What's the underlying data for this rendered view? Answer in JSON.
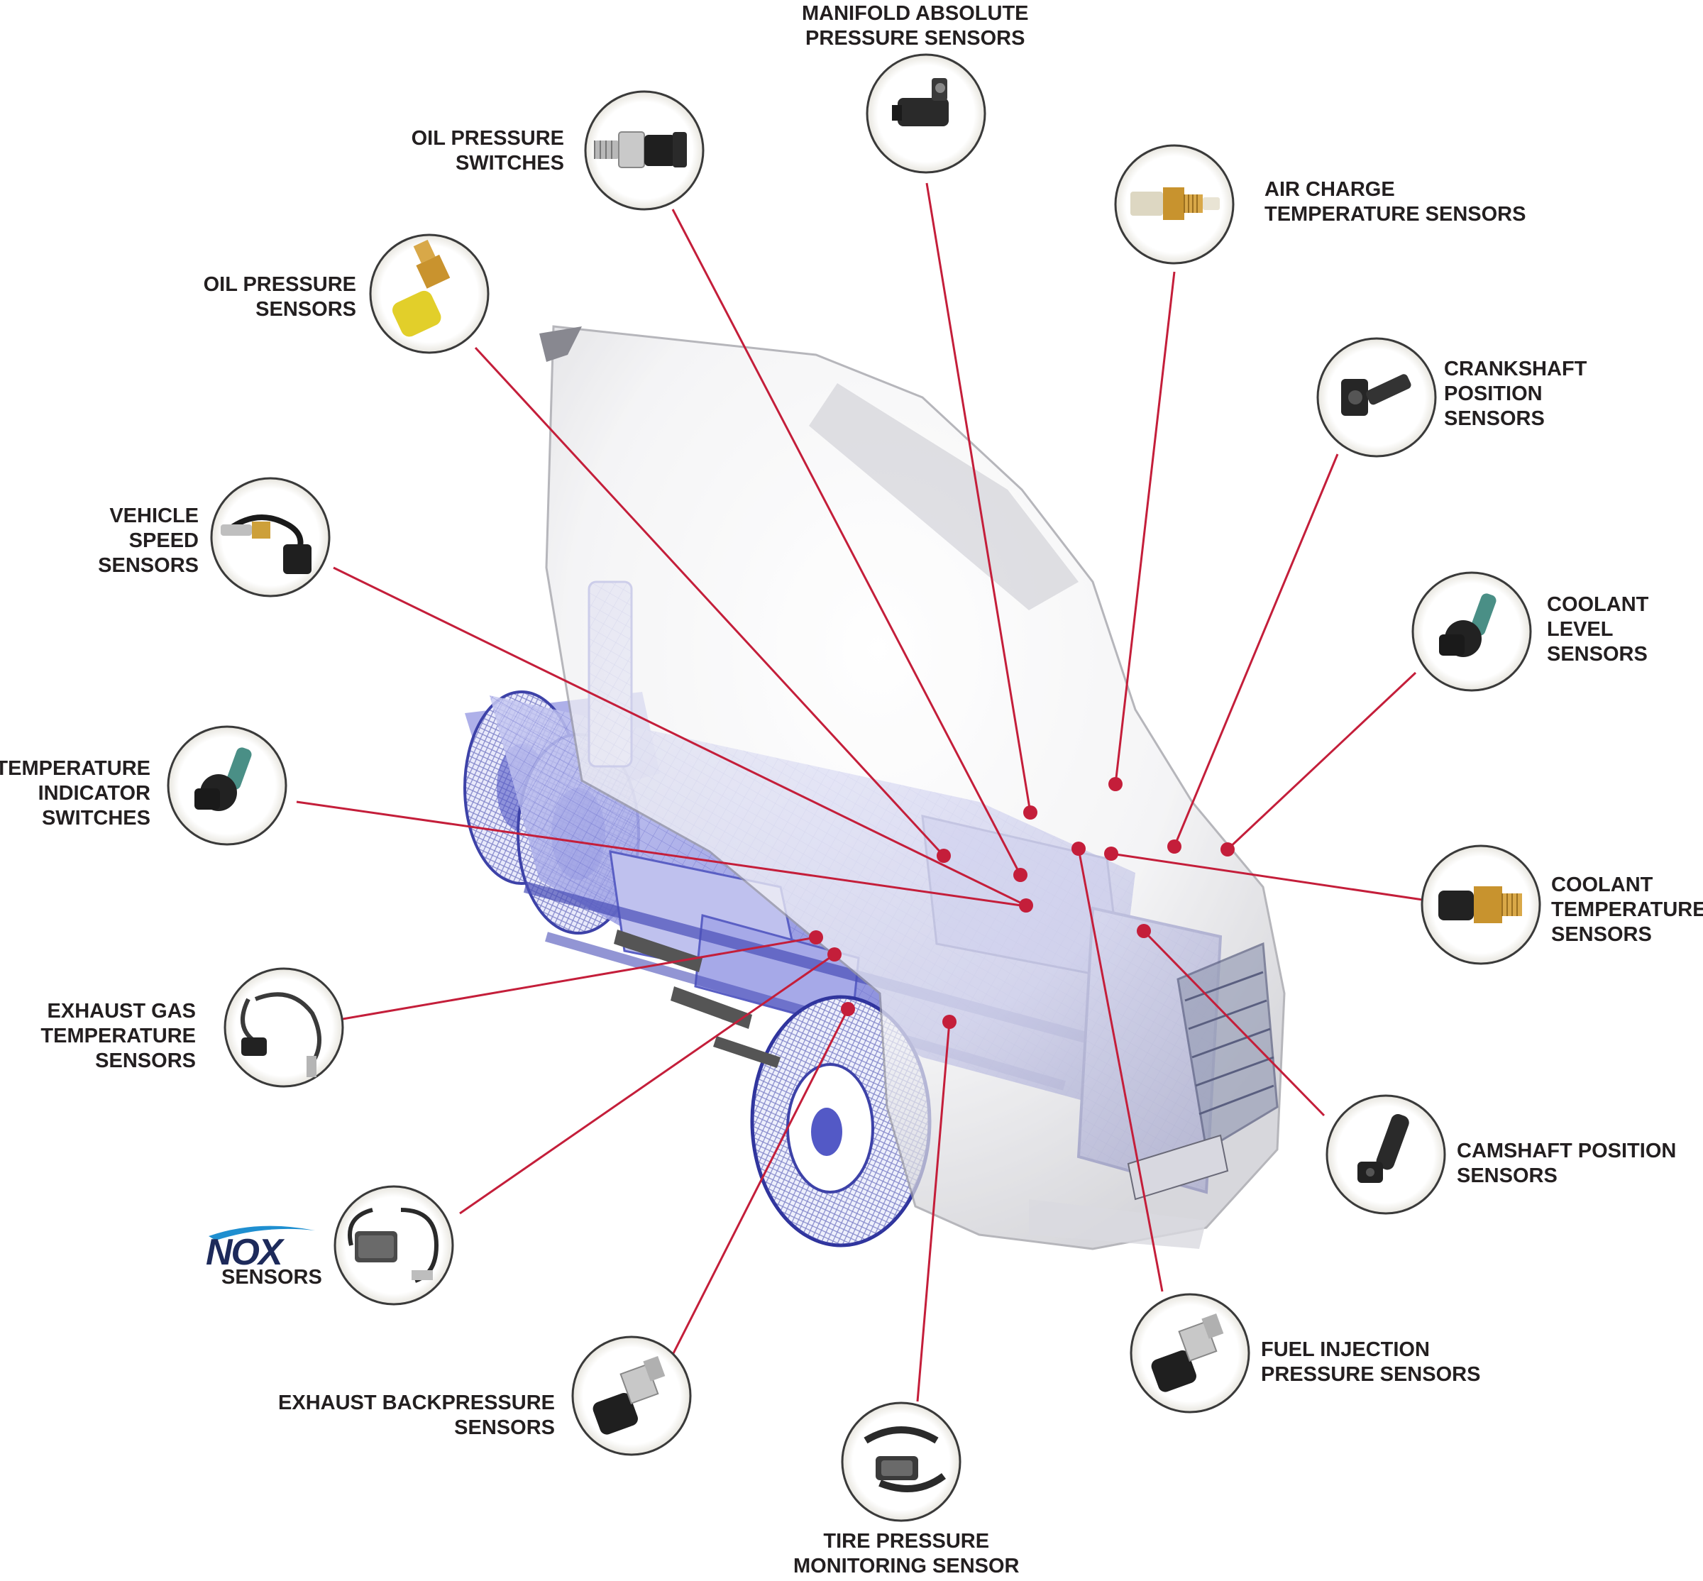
{
  "diagram": {
    "accent_color": "#c41e3a",
    "truck_tint": "#7b7fd6",
    "nox_logo_text": "NOX"
  },
  "labels": {
    "map_sensor": [
      "MANIFOLD ABSOLUTE",
      "PRESSURE SENSORS"
    ],
    "oil_pressure_switches": [
      "OIL PRESSURE",
      "SWITCHES"
    ],
    "air_charge_temp": [
      "AIR CHARGE",
      "TEMPERATURE SENSORS"
    ],
    "oil_pressure_sensors": [
      "OIL PRESSURE",
      "SENSORS"
    ],
    "crankshaft_position": [
      "CRANKSHAFT",
      "POSITION",
      "SENSORS"
    ],
    "vehicle_speed": [
      "VEHICLE",
      "SPEED",
      "SENSORS"
    ],
    "coolant_level": [
      "COOLANT",
      "LEVEL",
      "SENSORS"
    ],
    "temperature_indicator": [
      "TEMPERATURE",
      "INDICATOR",
      "SWITCHES"
    ],
    "coolant_temperature": [
      "COOLANT",
      "TEMPERATURE",
      "SENSORS"
    ],
    "exhaust_gas_temp": [
      "EXHAUST GAS",
      "TEMPERATURE",
      "SENSORS"
    ],
    "camshaft_position": [
      "CAMSHAFT POSITION",
      "SENSORS"
    ],
    "nox": [
      "SENSORS"
    ],
    "fuel_injection": [
      "FUEL INJECTION",
      "PRESSURE SENSORS"
    ],
    "exhaust_backpressure": [
      "EXHAUST BACKPRESSURE",
      "SENSORS"
    ],
    "tire_pressure": [
      "TIRE PRESSURE",
      "MONITORING SENSOR"
    ]
  },
  "sensor_icons": [
    "map-sensor-icon",
    "oil-pressure-switch-icon",
    "air-charge-temp-sensor-icon",
    "oil-pressure-sensor-icon",
    "crankshaft-sensor-icon",
    "vehicle-speed-sensor-icon",
    "coolant-level-sensor-icon",
    "temperature-switch-icon",
    "coolant-temp-sensor-icon",
    "exhaust-gas-temp-sensor-icon",
    "camshaft-sensor-icon",
    "nox-sensor-icon",
    "fuel-injection-sensor-icon",
    "exhaust-backpressure-sensor-icon",
    "tpms-sensor-icon"
  ]
}
